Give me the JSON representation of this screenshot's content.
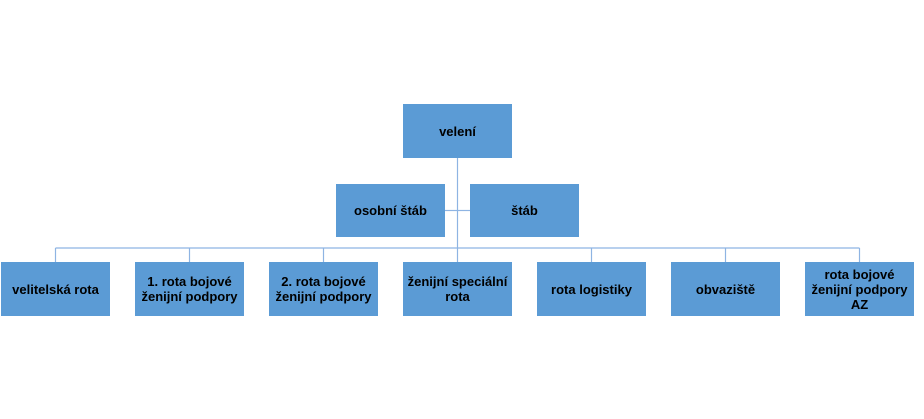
{
  "colors": {
    "node_fill": "#5b9bd5",
    "connector": "#8eb4e3",
    "text": "#000000"
  },
  "org_chart": {
    "top": "velení",
    "staff": [
      "osobní štáb",
      "štáb"
    ],
    "units": [
      "velitelská rota",
      "1. rota bojové\nženijní podpory",
      "2. rota bojové\nženijní podpory",
      "ženijní speciální\nrota",
      "rota logistiky",
      "obvaziště",
      "rota bojové\nženijní podpory\nAZ"
    ]
  }
}
